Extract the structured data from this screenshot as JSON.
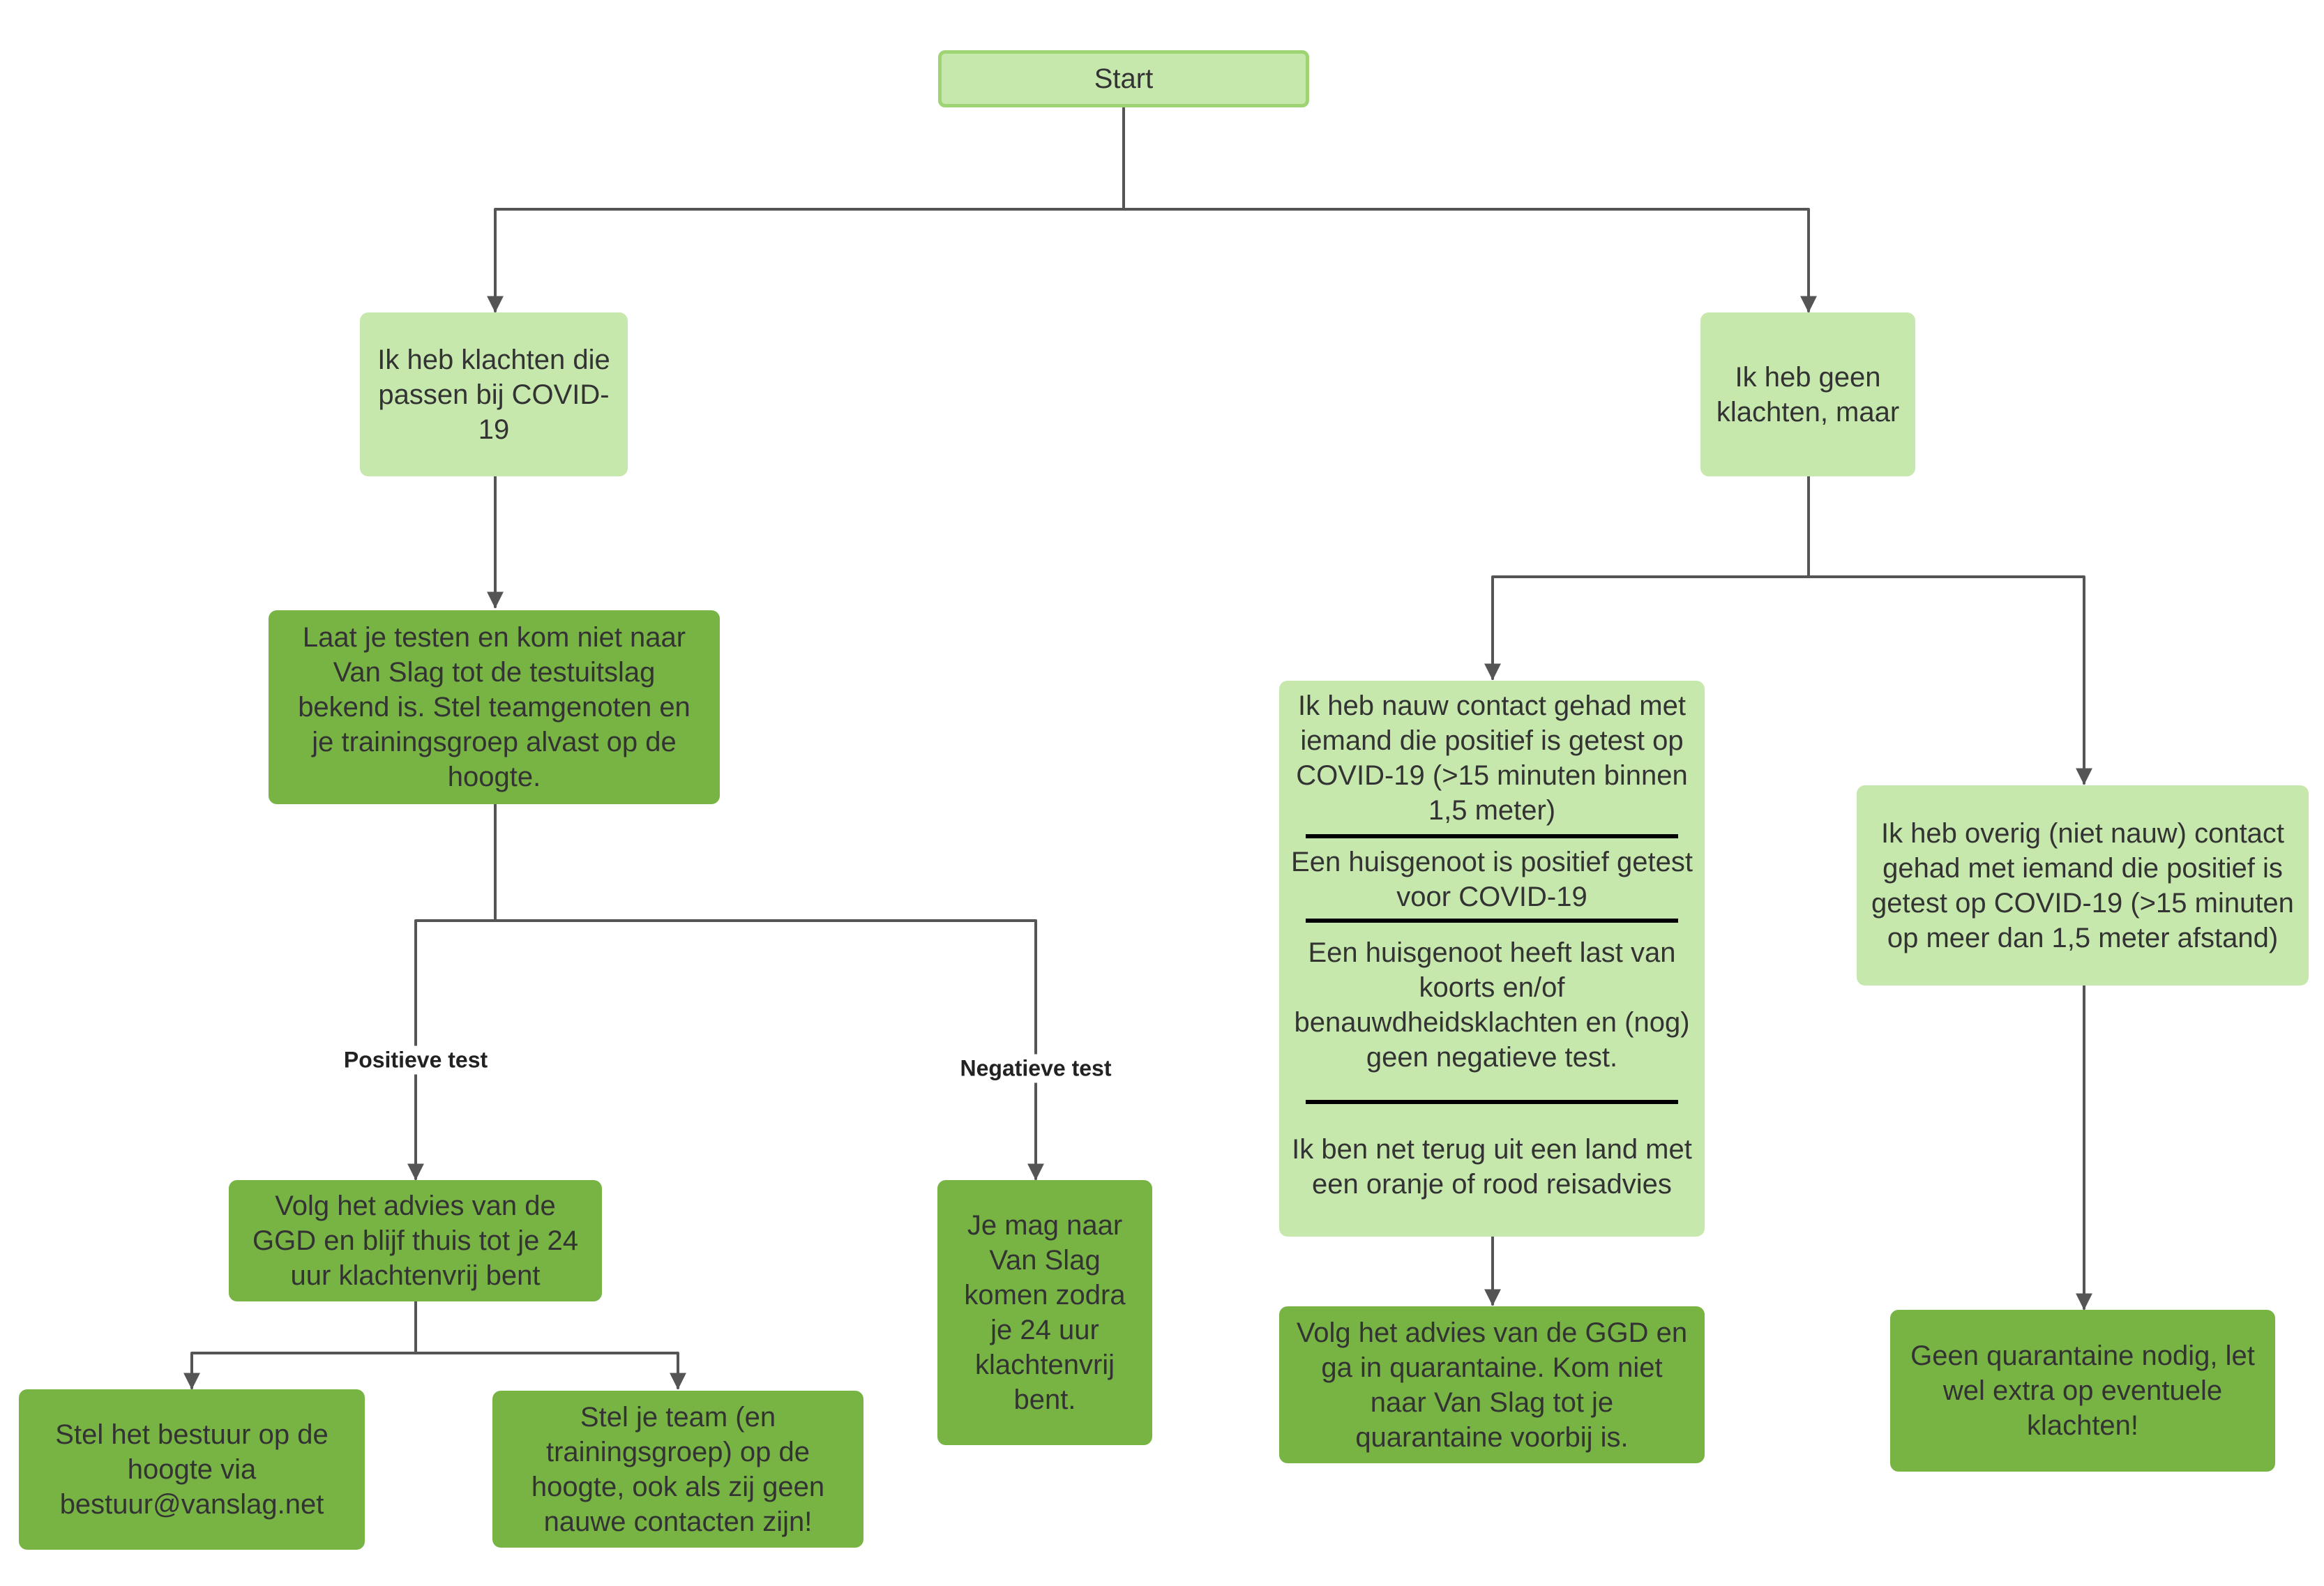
{
  "nodes": {
    "start": "Start",
    "klachten": "Ik heb klachten die passen bij COVID-19",
    "geen_klachten": "Ik heb geen klachten, maar",
    "laat_testen": "Laat je testen en kom niet naar Van Slag tot de testuitslag bekend is. Stel teamgenoten en je trainingsgroep alvast op de hoogte.",
    "volg_ggd_thuis": "Volg het advies van de GGD en blijf thuis tot je 24 uur klachtenvrij bent",
    "mag_komen": "Je mag naar Van Slag komen zodra je 24 uur klachtenvrij bent.",
    "stel_bestuur": "Stel het bestuur op de hoogte via bestuur@vanslag.net",
    "stel_team": "Stel je team (en trainingsgroep) op de hoogte, ook als zij geen nauwe contacten zijn!",
    "quarantaine": "Volg het advies van de GGD en ga in quarantaine. Kom niet naar Van Slag tot je quarantaine voorbij is.",
    "overig_contact": "Ik heb overig (niet nauw) contact gehad met iemand die positief is getest op COVID-19 (>15 minuten op meer dan 1,5 meter afstand)",
    "geen_quarantaine": "Geen quarantaine nodig, let wel extra op eventuele klachten!"
  },
  "conditions": [
    "Ik heb nauw contact gehad met iemand die positief is getest op COVID-19 (>15 minuten binnen 1,5 meter)",
    "Een huisgenoot is positief getest voor COVID-19",
    "Een huisgenoot heeft last van koorts en/of benauwdheidsklachten en (nog) geen negatieve test.",
    "Ik ben net terug uit een land met een oranje of rood reisadvies"
  ],
  "edge_labels": {
    "positief": "Positieve test",
    "negatief": "Negatieve test"
  },
  "colors": {
    "light_green": "#c7e8ad",
    "dark_green": "#78b444",
    "start_border": "#9fd474",
    "connector": "#555555"
  }
}
